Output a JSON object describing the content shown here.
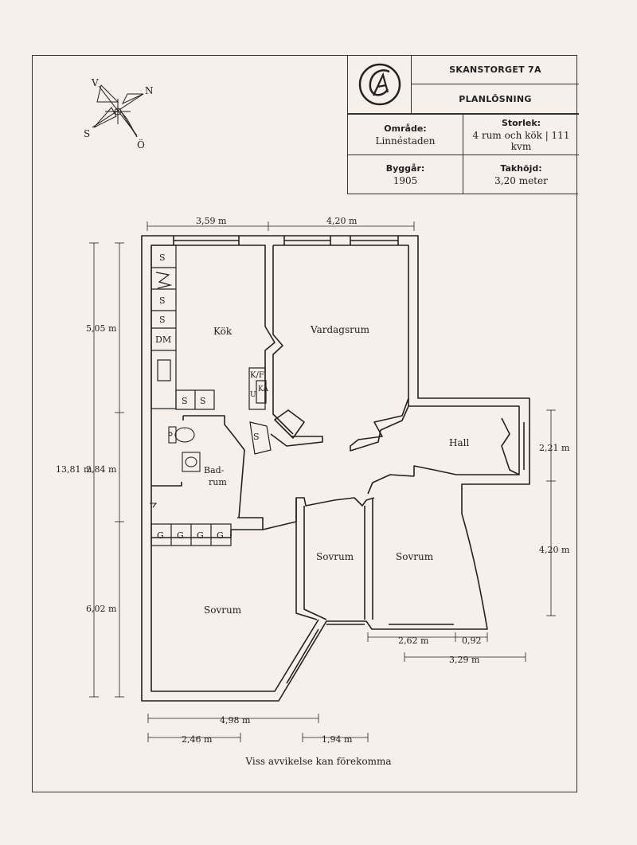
{
  "header": {
    "address": "SKANSTORGET 7A",
    "subtitle": "PLANLÖSNING",
    "area_label": "Område:",
    "area_value": "Linnéstaden",
    "size_label": "Storlek:",
    "size_value": "4 rum och kök | 111 kvm",
    "built_label": "Byggår:",
    "built_value": "1905",
    "ceiling_label": "Takhöjd:",
    "ceiling_value": "3,20 meter"
  },
  "compass": {
    "v": "V",
    "n": "N",
    "s": "S",
    "o": "Ö"
  },
  "rooms": {
    "kitchen": "Kök",
    "living": "Vardagsrum",
    "hall": "Hall",
    "bath_1": "Bad-",
    "bath_2": "rum",
    "bedroom_left": "Sovrum",
    "bedroom_mid": "Sovrum",
    "bedroom_right": "Sovrum"
  },
  "fixtures": {
    "s": "S",
    "dm": "DM",
    "kf": "K/F",
    "ka": "KA",
    "u": "U",
    "g": "G"
  },
  "dimensions": {
    "top_left": "3,59 m",
    "top_right": "4,20 m",
    "left_upper": "5,05 m",
    "left_total": "13,81 m",
    "left_mid": "2,84 m",
    "left_lower": "6,02 m",
    "right_upper": "2,21 m",
    "right_lower": "4,20 m",
    "bottom_a": "2,62 m",
    "bottom_b": "0,92",
    "bottom_c": "3,29 m",
    "bottom_d": "4,98 m",
    "bottom_e": "2,46 m",
    "bottom_f": "1,94 m"
  },
  "footer": {
    "note": "Viss avvikelse kan förekomma"
  }
}
